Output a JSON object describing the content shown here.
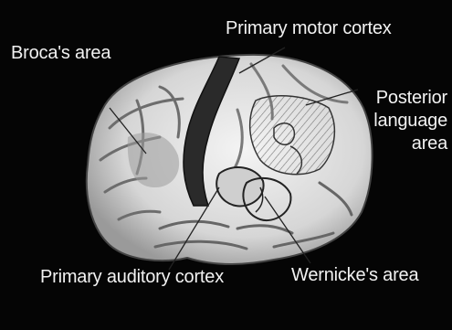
{
  "labels": {
    "broca": "Broca's area",
    "motor": "Primary motor cortex",
    "posterior": "Posterior\nlanguage\narea",
    "auditory": "Primary auditory cortex",
    "wernicke": "Wernicke's area"
  },
  "colors": {
    "background": "#000000",
    "brain_light": "#e8e8e8",
    "brain_shadow": "#6a6a6a",
    "motor_strip": "#2a2a2a",
    "label_text": "#f2f2f2"
  }
}
